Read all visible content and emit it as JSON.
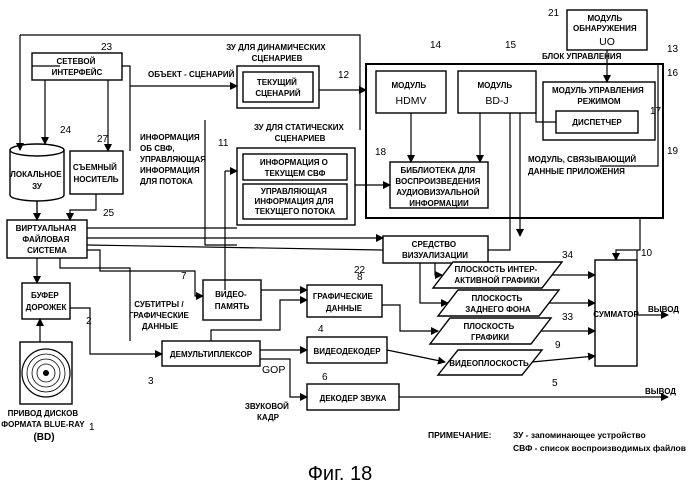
{
  "figure": {
    "caption": "Фиг. 18"
  },
  "labels": {
    "network_interface": [
      "СЕТЕВОЙ",
      "ИНТЕРФЕЙС"
    ],
    "local_storage": [
      "ЛОКАЛЬНОЕ",
      "ЗУ"
    ],
    "removable_media": [
      "СЪЕМНЫЙ",
      "НОСИТЕЛЬ"
    ],
    "virtual_fs": [
      "ВИРТУАЛЬНАЯ",
      "ФАЙЛОВАЯ",
      "СИСТЕМА"
    ],
    "track_buffer": [
      "БУФЕР",
      "ДОРОЖЕК"
    ],
    "bd_drive": [
      "ПРИВОД ДИСКОВ",
      "ФОРМАТА BLUE-RAY",
      "(BD)"
    ],
    "demux": "ДЕМУЛЬТИПЛЕКСОР",
    "video_memory": [
      "ВИДЕО-",
      "ПАМЯТЬ"
    ],
    "subtitles_graphics": [
      "СУБТИТРЫ /",
      "ГРАФИЧЕСКИЕ",
      "ДАННЫЕ"
    ],
    "graphic_data": [
      "ГРАФИЧЕСКИЕ",
      "ДАННЫЕ"
    ],
    "video_decoder": "ВИДЕОДЕКОДЕР",
    "audio_decoder": "ДЕКОДЕР ЗВУКА",
    "gop": "GOP",
    "audio_frame": [
      "ЗВУКОВОЙ",
      "КАДР"
    ],
    "rendering_engine": [
      "СРЕДСТВО",
      "ВИЗУАЛИЗАЦИИ"
    ],
    "interactive_plane": [
      "ПЛОСКОСТЬ ИНТЕР-",
      "АКТИВНОЙ ГРАФИКИ"
    ],
    "background_plane": [
      "ПЛОСКОСТЬ",
      "ЗАДНЕГО ФОНА"
    ],
    "graphics_plane": [
      "ПЛОСКОСТЬ",
      "ГРАФИКИ"
    ],
    "video_plane": "ВИДЕОПЛОСКОСТЬ",
    "adder": "СУММАТОР",
    "output_1": "ВЫВОД",
    "output_2": "ВЫВОД",
    "dyn_memory_title": [
      "ЗУ ДЛЯ ДИНАМИЧЕСКИХ",
      "СЦЕНАРИЕВ"
    ],
    "object_scenario": "ОБЪЕКТ - СЦЕНАРИЙ",
    "current_scenario": [
      "ТЕКУЩИЙ",
      "СЦЕНАРИЙ"
    ],
    "static_memory_title": [
      "ЗУ ДЛЯ СТАТИЧЕСКИХ",
      "СЦЕНАРИЕВ"
    ],
    "playlist_info": [
      "ИНФОРМАЦИЯ",
      "ОБ СВФ,",
      "УПРАВЛЯЮЩАЯ",
      "ИНФОРМАЦИЯ",
      "ДЛЯ ПОТОКА"
    ],
    "current_playlist_info": [
      "ИНФОРМАЦИЯ О",
      "ТЕКУЩЕМ СВФ"
    ],
    "current_stream_ctrl": [
      "УПРАВЛЯЮЩАЯ",
      "ИНФОРМАЦИЯ ДЛЯ",
      "ТЕКУЩЕГО ПОТОКА"
    ],
    "hdmv_module": [
      "МОДУЛЬ",
      "HDMV"
    ],
    "bdj_module": [
      "МОДУЛЬ",
      "BD-J"
    ],
    "av_library": [
      "БИБЛИОТЕКА ДЛЯ",
      "ВОСПРОИЗВЕДЕНИЯ",
      "АУДИОВИЗУАЛЬНОЙ",
      "ИНФОРМАЦИИ"
    ],
    "uo_detector": [
      "МОДУЛЬ",
      "ОБНАРУЖЕНИЯ",
      "UO"
    ],
    "control_unit": "БЛОК УПРАВЛЕНИЯ",
    "mode_manager": [
      "МОДУЛЬ УПРАВЛЕНИЯ",
      "РЕЖИМОМ"
    ],
    "dispatcher": "ДИСПЕТЧЕР",
    "app_binding": [
      "МОДУЛЬ, СВЯЗЫВАЮЩИЙ",
      "ДАННЫЕ ПРИЛОЖЕНИЯ"
    ]
  },
  "numbers": {
    "n1": "1",
    "n2": "2",
    "n3": "3",
    "n4": "4",
    "n5": "5",
    "n6": "6",
    "n7": "7",
    "n8": "8",
    "n9": "9",
    "n10": "10",
    "n11": "11",
    "n12": "12",
    "n13": "13",
    "n14": "14",
    "n15": "15",
    "n16": "16",
    "n17": "17",
    "n18": "18",
    "n19": "19",
    "n21": "21",
    "n22": "22",
    "n23": "23",
    "n24": "24",
    "n25": "25",
    "n27": "27",
    "n33": "33",
    "n34": "34"
  },
  "notes": {
    "prefix": "ПРИМЕЧАНИЕ:",
    "line1": "ЗУ - запоминающее устройство",
    "line2": "СВФ - список воспроизводимых файлов"
  }
}
